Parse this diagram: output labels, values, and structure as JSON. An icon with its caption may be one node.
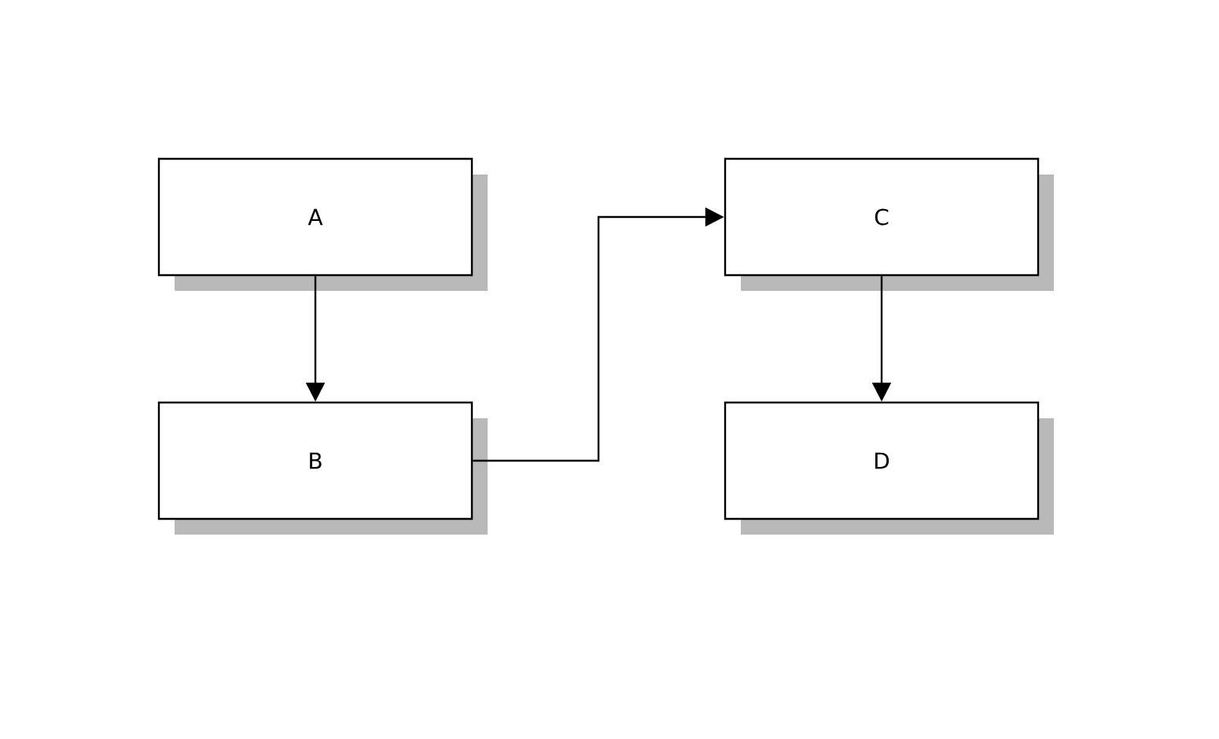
{
  "diagram": {
    "nodes": [
      {
        "text": [
          "A"
        ]
      },
      {
        "text": [
          "B"
        ]
      },
      {
        "text": [
          "C"
        ]
      },
      {
        "text": [
          "D"
        ]
      }
    ],
    "edges": [
      {
        "from": 0,
        "to": 1,
        "arrow": "to"
      },
      {
        "from": 1,
        "to": 2,
        "arrow": "to"
      },
      {
        "from": 2,
        "to": 3,
        "arrow": "to"
      }
    ]
  }
}
